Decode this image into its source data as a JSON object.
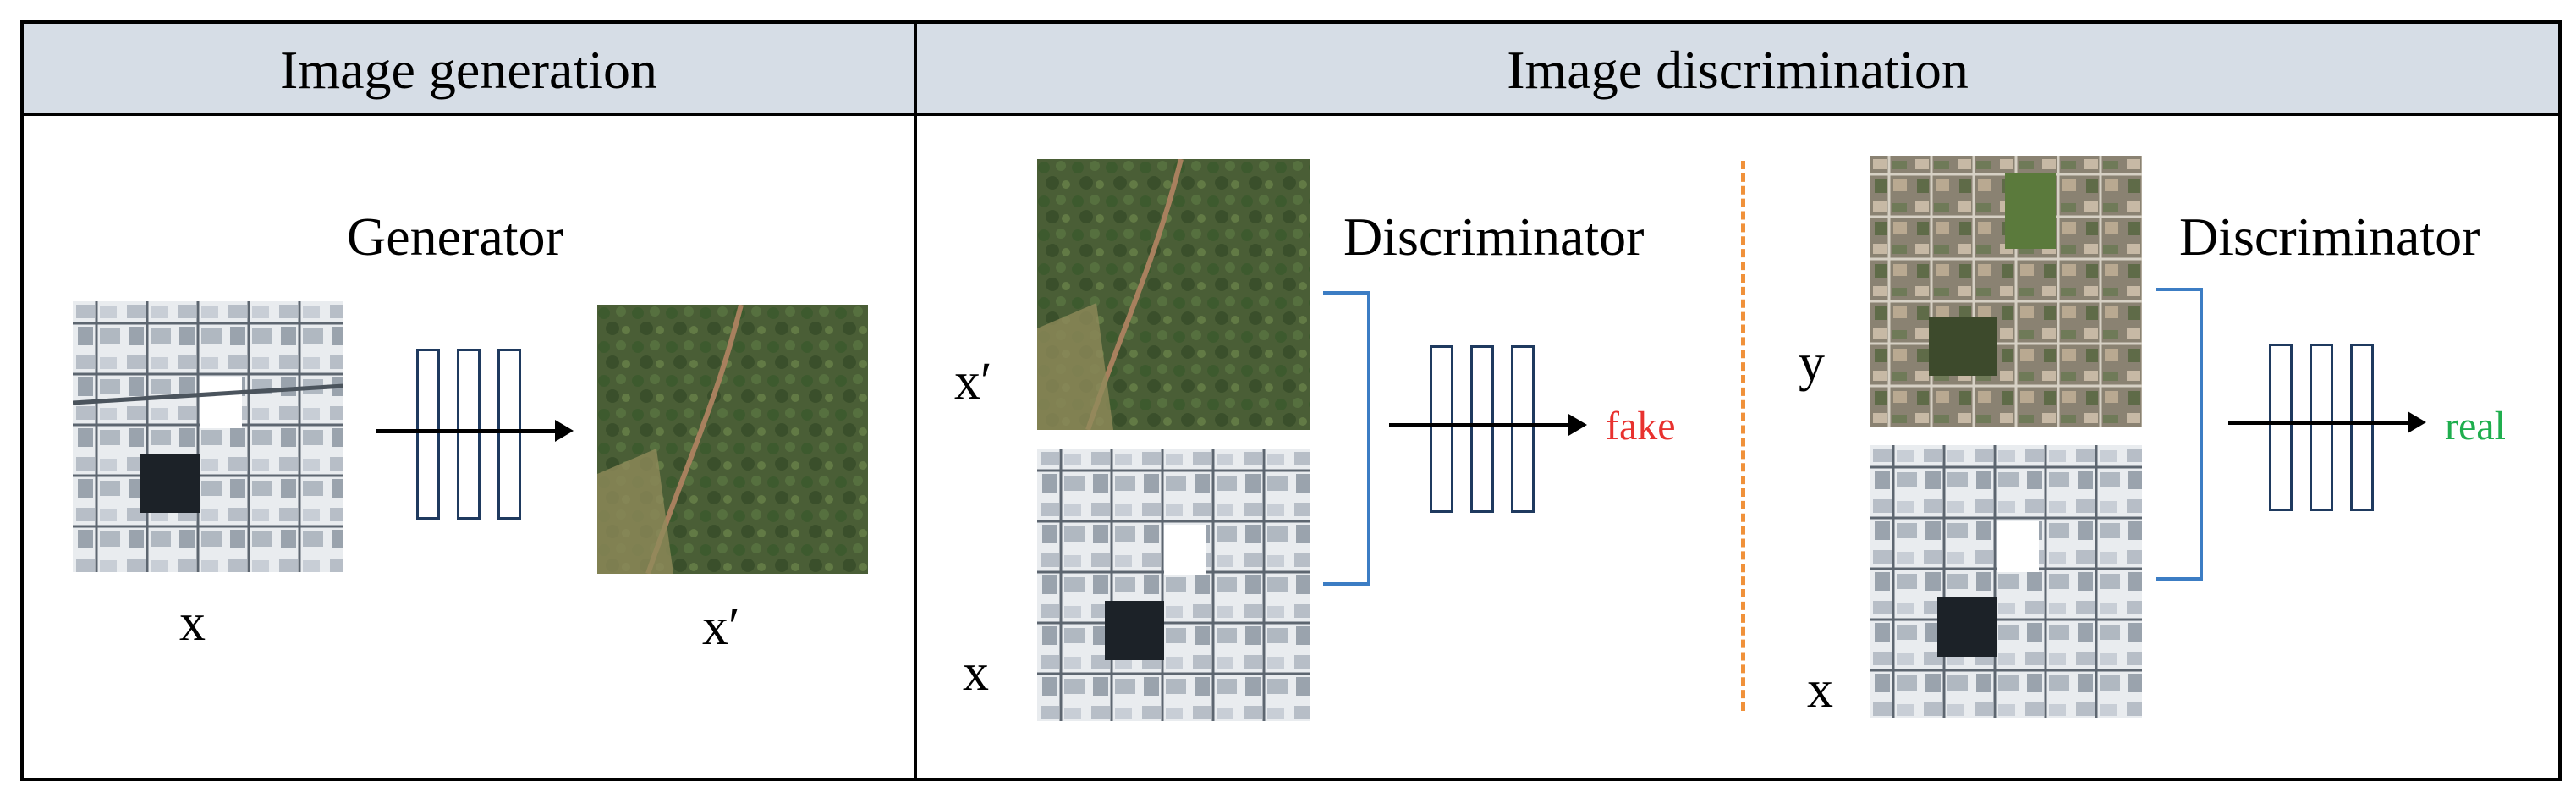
{
  "headers": {
    "generation": "Image generation",
    "discrimination": "Image discrimination"
  },
  "generation": {
    "network_label": "Generator",
    "input_label": "x",
    "output_label": "x′"
  },
  "discrimination_fake": {
    "network_label": "Discriminator",
    "top_label": "x′",
    "bottom_label": "x",
    "result": "fake"
  },
  "discrimination_real": {
    "network_label": "Discriminator",
    "top_label": "y",
    "bottom_label": "x",
    "result": "real"
  },
  "colors": {
    "header_bg": "#d6dde6",
    "fake": "#e8322f",
    "real": "#1fae4e",
    "bracket": "#3c7dc4",
    "network_outline": "#1f3a5f",
    "divider_dashed": "#f0913a"
  }
}
